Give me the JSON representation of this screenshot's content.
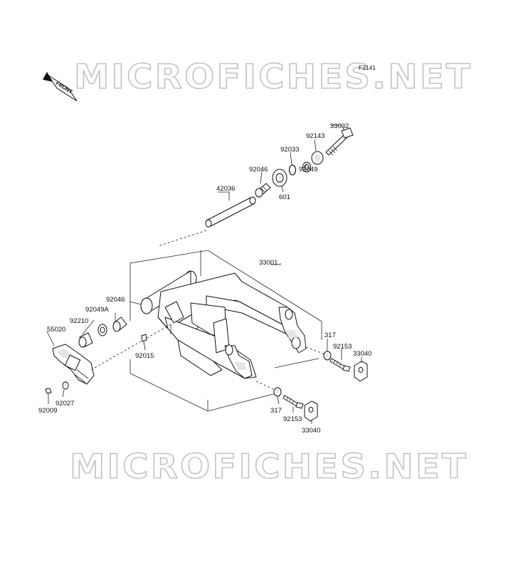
{
  "watermark": {
    "text": "MICROFICHES.NET"
  },
  "figure_ref": "F2141",
  "front_badge": "FRONT",
  "labels": {
    "p33032": "33032",
    "p92143": "92143",
    "p92033": "92033",
    "p92046_top": "92046",
    "p92049": "92049",
    "p42036": "42036",
    "p601": "601",
    "p33001": "33001",
    "p92046_left": "92046",
    "p92049A": "92049A",
    "p92210": "92210",
    "p55020": "55020",
    "p92015": "92015",
    "p317_right": "317",
    "p92153_right": "92153",
    "p33040_right": "33040",
    "p92027": "92027",
    "p92009": "92009",
    "p317_bottom": "317",
    "p92153_bottom": "92153",
    "p33040_bottom": "33040"
  }
}
